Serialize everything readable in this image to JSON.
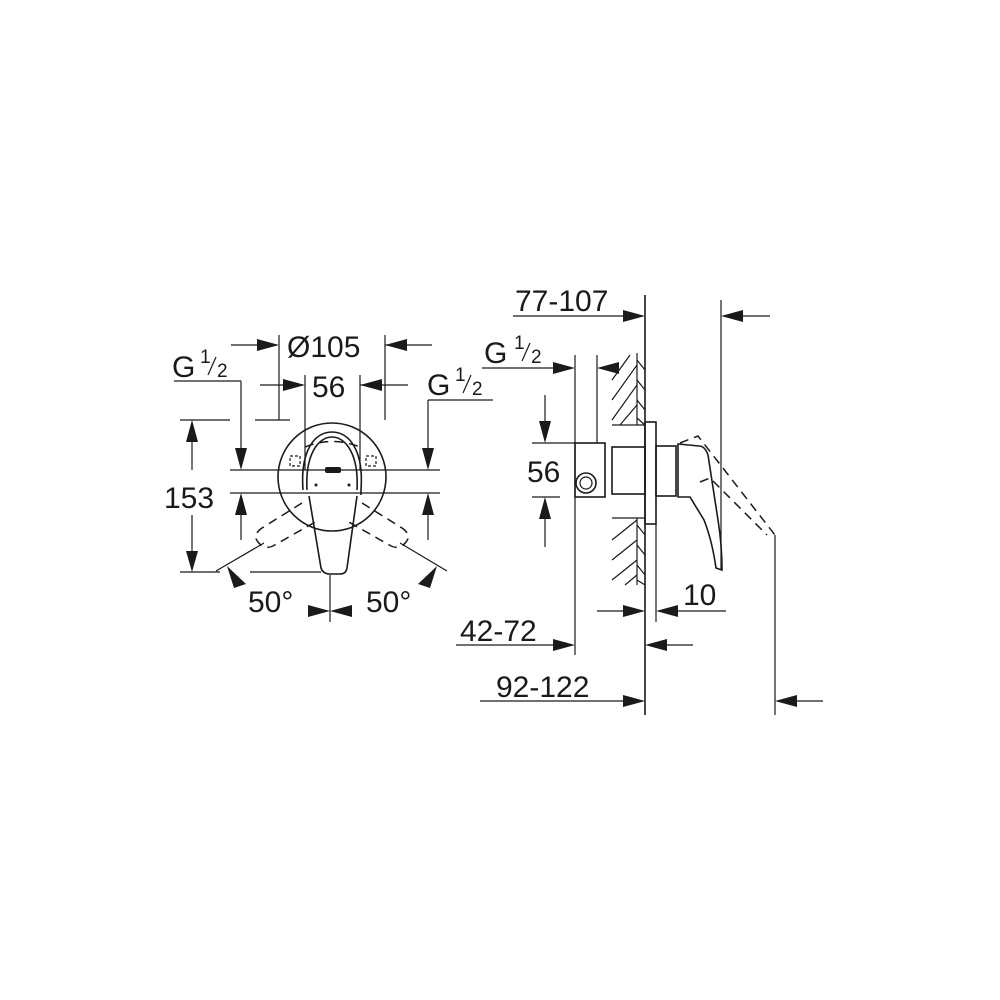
{
  "drawing": {
    "type": "technical dimension drawing",
    "colors": {
      "line": "#1a1a1a",
      "background": "#ffffff"
    },
    "front_view": {
      "diameter_label": "Ø105",
      "center_width_label": "56",
      "height_label": "153",
      "left_thread": {
        "main": "G",
        "num": "1",
        "den": "2"
      },
      "right_thread": {
        "main": "G",
        "num": "1",
        "den": "2"
      },
      "angle_left": "50°",
      "angle_right": "50°"
    },
    "side_view": {
      "depth_range_label": "77-107",
      "thread": {
        "main": "G",
        "num": "1",
        "den": "2"
      },
      "body_height_label": "56",
      "rosette_thickness_label": "10",
      "min_depth_label": "42-72",
      "max_depth_label": "92-122"
    }
  }
}
